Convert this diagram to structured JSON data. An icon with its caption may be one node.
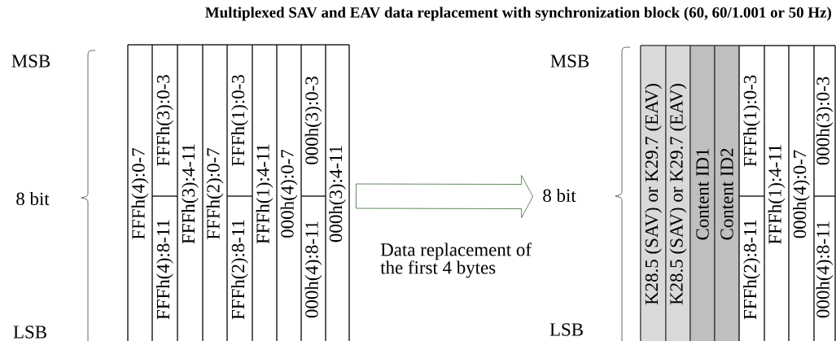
{
  "diagram": {
    "title": "Multiplexed SAV and EAV data replacement with synchronization block (60, 60/1.001 or 50 Hz)",
    "nodes": [
      {
        "text": [],
        "shape": "box"
      },
      {
        "text": [
          "FFFh(4):0-7"
        ],
        "in": 0
      },
      {
        "text": [
          "FFFh(3):0-3"
        ],
        "in": 0
      },
      {
        "text": [
          "FFFh(4):8-11"
        ],
        "in": 0
      },
      {
        "text": [
          "FFFh(3):4-11"
        ],
        "in": 0
      },
      {
        "text": [
          "FFFh(2):0-7"
        ],
        "in": 0
      },
      {
        "text": [
          "FFFh(1):0-3"
        ],
        "in": 0
      },
      {
        "text": [
          "FFFh(2):8-11"
        ],
        "in": 0
      },
      {
        "text": [
          "FFFh(1):4-11"
        ],
        "in": 0
      },
      {
        "text": [
          "000h(4):0-7"
        ],
        "in": 0
      },
      {
        "text": [
          "000h(3):0-3"
        ],
        "in": 0
      },
      {
        "text": [
          "000h(4):8-11"
        ],
        "in": 0
      },
      {
        "text": [
          "000h(3):4-11"
        ],
        "in": 0
      },
      {
        "text": [],
        "shape": "box"
      },
      {
        "text": [
          "K28.5 (SAV) or K29.7 (EAV)"
        ],
        "in": 13
      },
      {
        "text": [
          "K28.5 (SAV) or K29.7 (EAV)"
        ],
        "in": 13
      },
      {
        "text": [
          "Content ID1"
        ],
        "in": 13
      },
      {
        "text": [
          "Content ID2"
        ],
        "in": 13
      },
      {
        "text": [
          "FFFh(1):0-3"
        ],
        "in": 13
      },
      {
        "text": [
          "FFFh(2):8-11"
        ],
        "in": 13
      },
      {
        "text": [
          "FFFh(1):4-11"
        ],
        "in": 13
      },
      {
        "text": [
          "000h(4):0-7"
        ],
        "in": 13
      },
      {
        "text": [
          "000h(3):0-3"
        ],
        "in": 13
      },
      {
        "text": [
          "000h(4):8-11"
        ],
        "in": 13
      }
    ],
    "edges": [
      {
        "from": 0,
        "to": 13,
        "arrow": "to",
        "label": "Data replacement of the first 4 bytes"
      }
    ],
    "labels": [
      "MSB",
      "8 bit",
      "LSB",
      "MSB",
      "8 bit",
      "LSB"
    ]
  }
}
